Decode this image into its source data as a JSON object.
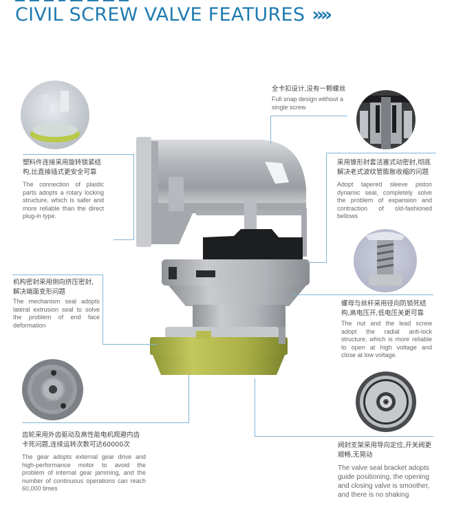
{
  "header": {
    "title": "CIVIL SCREW VALVE FEATURES",
    "chevrons": "»»"
  },
  "colors": {
    "accent": "#1f7bb0",
    "connector": "#7fb4d6",
    "valve_gray": "#b5b8bc",
    "valve_yellow": "#aab04a"
  },
  "features": [
    {
      "id": "snap-design",
      "zh": "全卡扣设计,没有一颗螺丝",
      "en": "Full snap design without a single screw",
      "icon": "cross-section-icon"
    },
    {
      "id": "rotary-lock",
      "zh": "塑料件连接采用旋转锁紧结构,比直接插式更安全可靠",
      "en": "The connection of plastic parts adopts a rotary locking structure, which is safer and more reliable than the direct plug-in type.",
      "icon": "transparent-housing-icon"
    },
    {
      "id": "tapered-sleeve",
      "zh": "采用锥形封套活塞式动密封,彻底解决老式波纹管膨胀收缩的问题",
      "en": "Adopt tapered sleeve piston dynamic seal, completely solve the problem of expansion and contraction of old-fashioned bellows",
      "icon": "piston-seal-icon"
    },
    {
      "id": "lateral-seal",
      "zh": "机构密封采用侧向挤压密封,解决端面变形问题",
      "en": "The mechanism seal adopts lateral extrusion seal to solve the problem of end face deformation"
    },
    {
      "id": "anti-lock",
      "zh": "螺母与丝杆采用径向防锁死结构,高电压开,低电压关更可靠",
      "en": "The nut and the lead screw adopt the radial anti-lock structure, which is more reliable to open at high voltage and close at low voltage.",
      "icon": "lead-screw-icon"
    },
    {
      "id": "gear-drive",
      "zh": "齿轮采用外齿驱动及高性能电机规避内齿卡死问题,连续运转次数可达60000次",
      "en": "The gear adopts external gear drive and high-performance motor to avoid the problem of internal gear jamming, and the number of continuous operations can reach 60,000 times",
      "icon": "gear-icon"
    },
    {
      "id": "seal-bracket",
      "zh": "阀封支架采用导向定位,开关阀更顺畅,无晃动",
      "en": "The valve seal bracket adopts guide positioning, the opening and closing valve is smoother, and there is no shaking",
      "icon": "valve-seal-bracket-icon"
    }
  ]
}
